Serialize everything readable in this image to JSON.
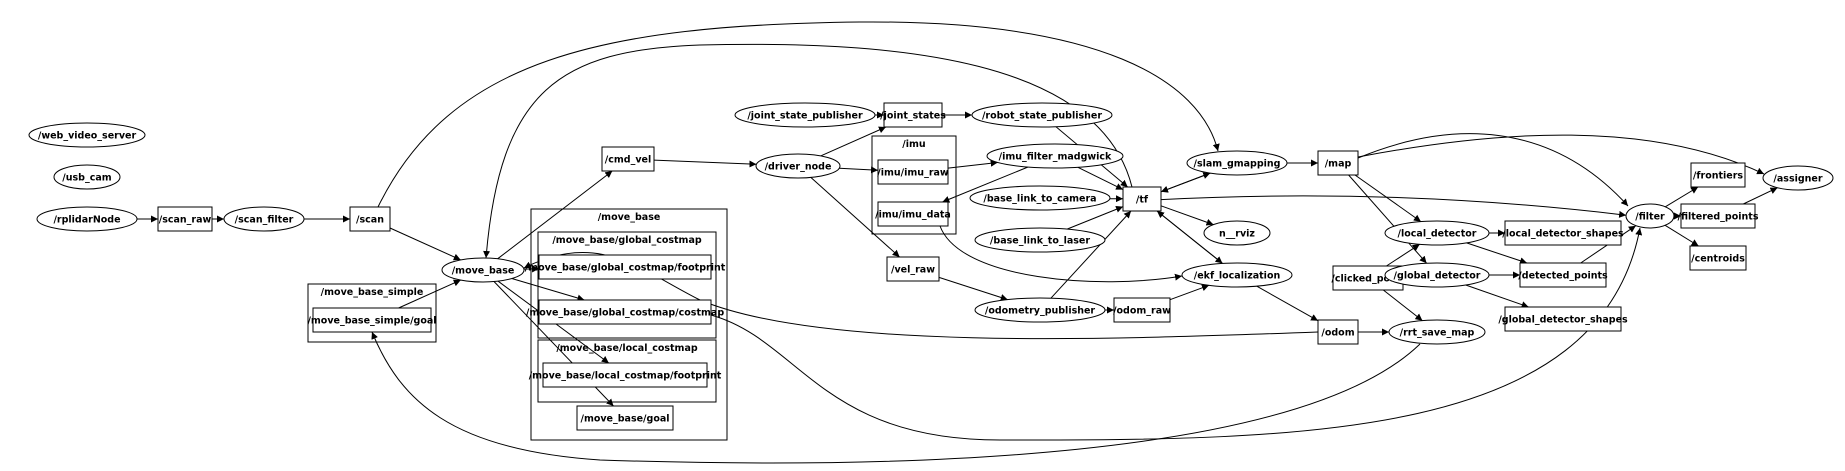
{
  "nodes": {
    "web_video_server": "/web_video_server",
    "usb_cam": "/usb_cam",
    "rplidarNode": "/rplidarNode",
    "scan_raw": "/scan_raw",
    "scan_filter": "/scan_filter",
    "scan": "/scan",
    "move_base_simple_goal": "/move_base_simple/goal",
    "move_base": "/move_base",
    "cmd_vel": "/cmd_vel",
    "global_costmap_footprint": "/move_base/global_costmap/footprint",
    "global_costmap_costmap": "/move_base/global_costmap/costmap",
    "local_costmap_footprint": "/move_base/local_costmap/footprint",
    "move_base_goal": "/move_base/goal",
    "joint_state_publisher": "/joint_state_publisher",
    "joint_states": "/joint_states",
    "robot_state_publisher": "/robot_state_publisher",
    "driver_node": "/driver_node",
    "imu_raw": "/imu/imu_raw",
    "imu_data": "/imu/imu_data",
    "imu_filter_madgwick": "/imu_filter_madgwick",
    "base_link_to_camera": "/base_link_to_camera",
    "base_link_to_laser": "/base_link_to_laser",
    "vel_raw": "/vel_raw",
    "odometry_publisher": "/odometry_publisher",
    "odom_raw": "/odom_raw",
    "tf": "/tf",
    "slam_gmapping": "/slam_gmapping",
    "n_rviz": "n__rviz",
    "ekf_localization": "/ekf_localization",
    "map": "/map",
    "clicked_point": "/clicked_point",
    "local_detector": "/local_detector",
    "global_detector": "/global_detector",
    "odom": "/odom",
    "rrt_save_map": "/rrt_save_map",
    "local_detector_shapes": "/local_detector_shapes",
    "detected_points": "/detected_points",
    "global_detector_shapes": "/global_detector_shapes",
    "filter": "/filter",
    "frontiers": "/frontiers",
    "filtered_points": "/filtered_points",
    "centroids": "/centroids",
    "assigner": "/assigner"
  },
  "clusters": {
    "move_base_simple": "/move_base_simple",
    "move_base": "/move_base",
    "global_costmap": "/move_base/global_costmap",
    "local_costmap": "/move_base/local_costmap",
    "imu": "/imu"
  },
  "edges": [
    [
      "rplidarNode",
      "scan_raw"
    ],
    [
      "scan_raw",
      "scan_filter"
    ],
    [
      "scan_filter",
      "scan"
    ],
    [
      "scan",
      "move_base"
    ],
    [
      "scan",
      "slam_gmapping"
    ],
    [
      "move_base_simple_goal",
      "move_base"
    ],
    [
      "move_base",
      "cmd_vel"
    ],
    [
      "move_base",
      "global_costmap_footprint"
    ],
    [
      "move_base",
      "global_costmap_costmap"
    ],
    [
      "move_base",
      "local_costmap_footprint"
    ],
    [
      "move_base",
      "move_base_goal"
    ],
    [
      "cmd_vel",
      "driver_node"
    ],
    [
      "joint_state_publisher",
      "joint_states"
    ],
    [
      "joint_states",
      "robot_state_publisher"
    ],
    [
      "driver_node",
      "joint_states"
    ],
    [
      "driver_node",
      "imu_raw"
    ],
    [
      "driver_node",
      "vel_raw"
    ],
    [
      "imu_raw",
      "imu_filter_madgwick"
    ],
    [
      "imu_filter_madgwick",
      "imu_data"
    ],
    [
      "imu_filter_madgwick",
      "tf"
    ],
    [
      "robot_state_publisher",
      "tf"
    ],
    [
      "base_link_to_camera",
      "tf"
    ],
    [
      "base_link_to_laser",
      "tf"
    ],
    [
      "vel_raw",
      "odometry_publisher"
    ],
    [
      "odometry_publisher",
      "odom_raw"
    ],
    [
      "odometry_publisher",
      "tf"
    ],
    [
      "odom_raw",
      "ekf_localization"
    ],
    [
      "imu_data",
      "ekf_localization"
    ],
    [
      "tf",
      "slam_gmapping"
    ],
    [
      "tf",
      "n_rviz"
    ],
    [
      "tf",
      "ekf_localization"
    ],
    [
      "tf",
      "move_base"
    ],
    [
      "tf",
      "filter"
    ],
    [
      "ekf_localization",
      "tf"
    ],
    [
      "ekf_localization",
      "odom"
    ],
    [
      "slam_gmapping",
      "tf"
    ],
    [
      "slam_gmapping",
      "map"
    ],
    [
      "map",
      "local_detector"
    ],
    [
      "map",
      "global_detector"
    ],
    [
      "map",
      "filter"
    ],
    [
      "map",
      "assigner"
    ],
    [
      "clicked_point",
      "local_detector"
    ],
    [
      "clicked_point",
      "global_detector"
    ],
    [
      "clicked_point",
      "rrt_save_map"
    ],
    [
      "local_detector",
      "local_detector_shapes"
    ],
    [
      "local_detector",
      "detected_points"
    ],
    [
      "global_detector",
      "detected_points"
    ],
    [
      "global_detector",
      "global_detector_shapes"
    ],
    [
      "odom",
      "move_base"
    ],
    [
      "odom",
      "rrt_save_map"
    ],
    [
      "rrt_save_map",
      "move_base_simple_goal"
    ],
    [
      "detected_points",
      "filter"
    ],
    [
      "global_costmap_costmap",
      "filter"
    ],
    [
      "filter",
      "frontiers"
    ],
    [
      "filter",
      "filtered_points"
    ],
    [
      "filter",
      "centroids"
    ],
    [
      "filtered_points",
      "assigner"
    ]
  ]
}
